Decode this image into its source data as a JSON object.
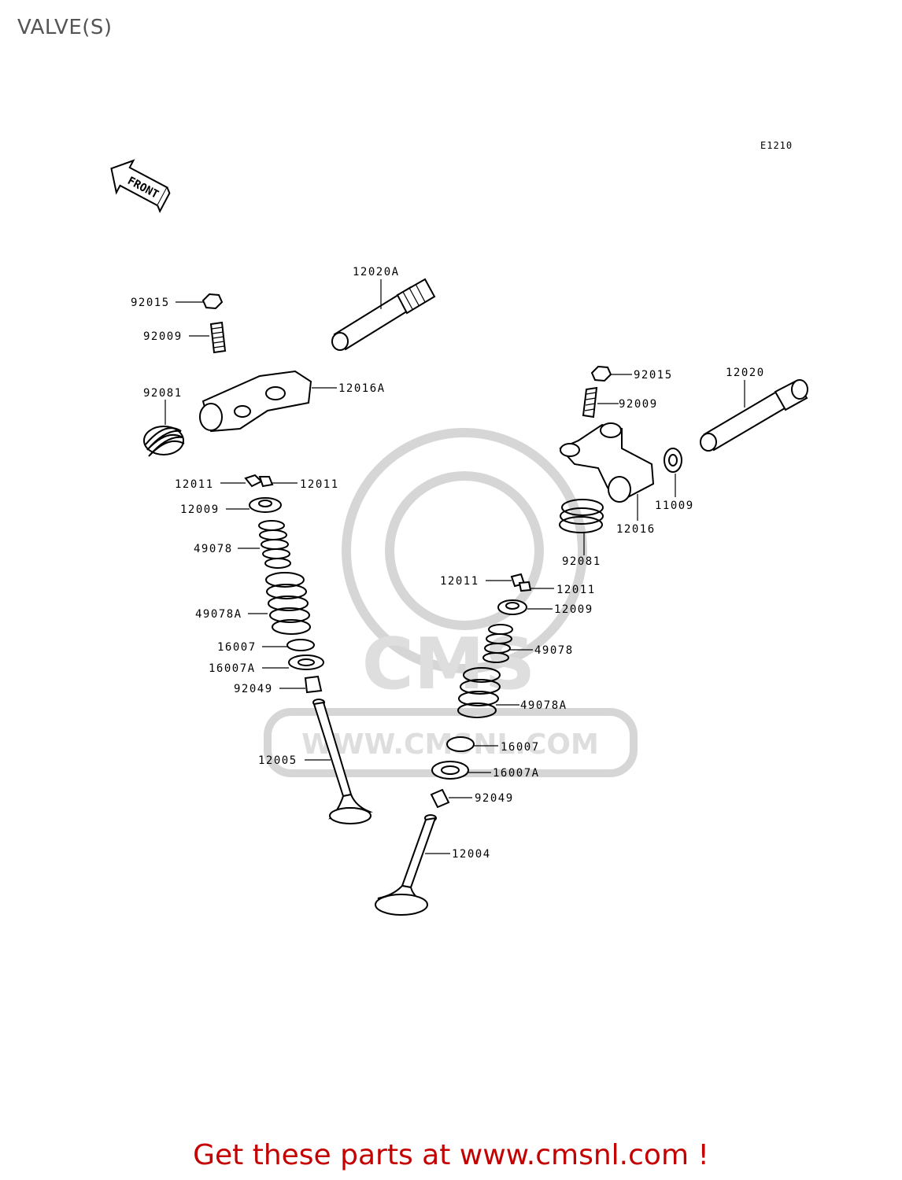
{
  "title": "VALVE(S)",
  "diagram_code": "E1210",
  "front_label": "FRONT",
  "watermark": {
    "logo": "CMS",
    "url": "WWW.CMSNL.COM"
  },
  "promo": "Get these parts at www.cmsnl.com !",
  "parts": {
    "p92015a": "92015",
    "p92009a": "92009",
    "p12020a": "12020A",
    "p12016a": "12016A",
    "p92081a": "92081",
    "p12011a": "12011",
    "p12011b": "12011",
    "p12009a": "12009",
    "p49078a": "49078",
    "p49078Aa": "49078A",
    "p16007a": "16007",
    "p16007Aa": "16007A",
    "p92049a": "92049",
    "p12005": "12005",
    "p92015b": "92015",
    "p92009b": "92009",
    "p12020": "12020",
    "p11009": "11009",
    "p12016": "12016",
    "p92081b": "92081",
    "p12011c": "12011",
    "p12011d": "12011",
    "p12009b": "12009",
    "p49078b": "49078",
    "p49078Ab": "49078A",
    "p16007b": "16007",
    "p16007Ab": "16007A",
    "p92049b": "92049",
    "p12004": "12004"
  }
}
